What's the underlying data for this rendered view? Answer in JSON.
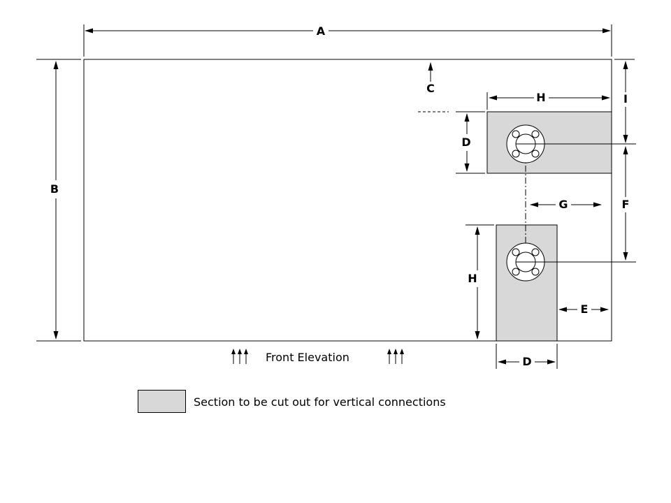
{
  "diagram": {
    "title": "Front Elevation",
    "legend_text": "Section  to be cut out for vertical connections",
    "dim_labels": {
      "a": "A",
      "b": "B",
      "c": "C",
      "d_upper": "D",
      "h_top": "H",
      "i": "I",
      "f": "F",
      "g": "G",
      "h_lower": "H",
      "e": "E",
      "d_bottom": "D"
    },
    "colors": {
      "line": "#000000",
      "cutout_fill": "#d8d8d8",
      "background": "#ffffff"
    }
  }
}
